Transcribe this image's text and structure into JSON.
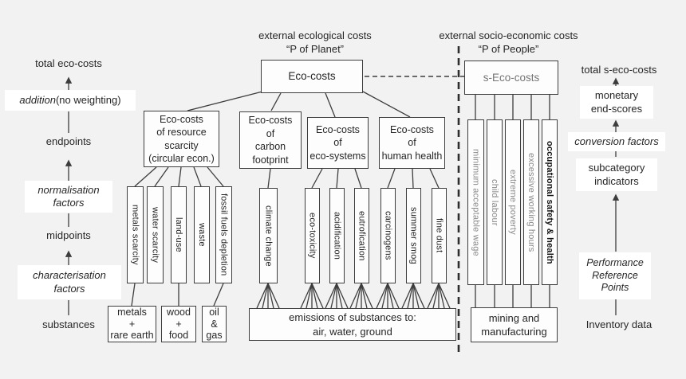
{
  "colors": {
    "background": "#f2f2f2",
    "line": "#3d3d3d",
    "text": "#262626",
    "muted_text": "#8a8a8a",
    "box_fill": "#fdfdfd",
    "label_highlight": "#ffffff"
  },
  "headers": {
    "ecological_line1": "external ecological costs",
    "ecological_line2": "“P of Planet”",
    "socio_line1": "external socio-economic costs",
    "socio_line2": "“P of People”"
  },
  "left_flow": {
    "total": "total eco-costs",
    "addition_em": "addition",
    "addition_rest": " (no weighting)",
    "endpoints": "endpoints",
    "normalisation_factors": "normalisation\nfactors",
    "midpoints": "midpoints",
    "characterisation_factors": "characterisation\nfactors",
    "substances": "substances"
  },
  "right_flow": {
    "total": "total s-eco-costs",
    "monetary_end_scores": "monetary\nend-scores",
    "conversion_factors": "conversion factors",
    "subcategory_indicators": "subcategory\nindicators",
    "performance_reference_points": "Performance\nReference\nPoints",
    "inventory_data": "Inventory data"
  },
  "boxes": {
    "eco_costs": "Eco-costs",
    "s_eco_costs": "s-Eco-costs",
    "resource_scarcity": "Eco-costs\nof resource\nscarcity\n(circular econ.)",
    "carbon_footprint": "Eco-costs\nof\ncarbon\nfootprint",
    "eco_systems": "Eco-costs\nof\neco-systems",
    "human_health": "Eco-costs\nof\nhuman health",
    "metals_rare_earth": "metals\n+\nrare earth",
    "wood_food": "wood\n+\nfood",
    "oil_gas": "oil\n&\ngas",
    "emissions": "emissions of substances to:\nair, water, ground",
    "mining": "mining and\nmanufacturing"
  },
  "bars": {
    "left": [
      "metals scarcity",
      "water scarcity",
      "land-use",
      "waste",
      "fossil fuels depletion"
    ],
    "mid": [
      "climate change",
      "eco-toxicity",
      "acidification",
      "eutrofication",
      "carcinogens",
      "summer smog",
      "fine dust"
    ],
    "right": [
      "minimum acceptable wage",
      "child labour",
      "extreme poverty",
      "excessive working hours",
      "occupational safety & health"
    ]
  }
}
